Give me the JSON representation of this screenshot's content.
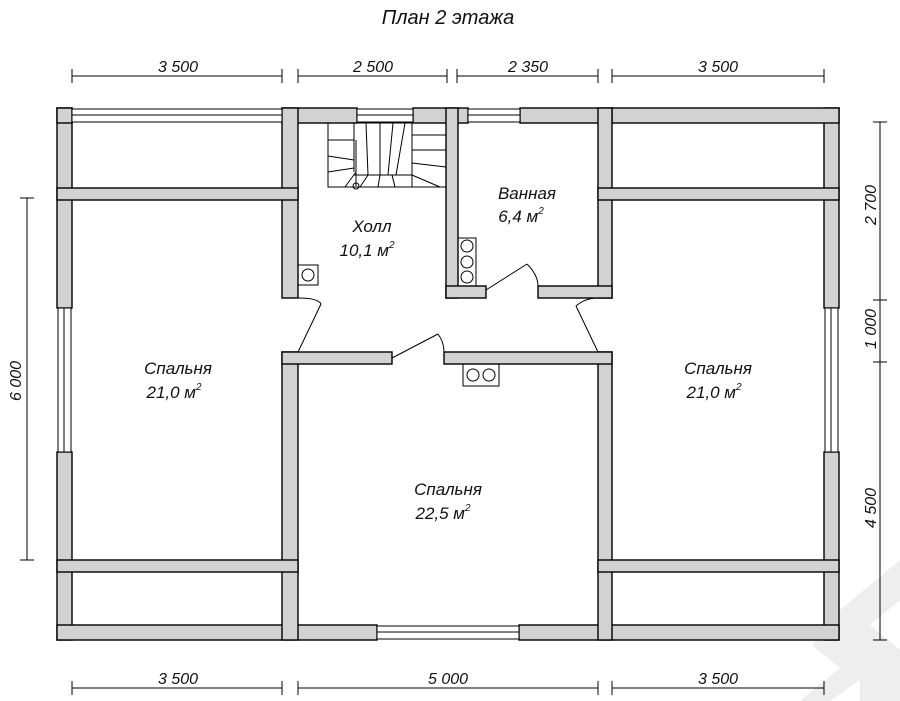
{
  "plan": {
    "title": "План 2 этажа",
    "rooms": {
      "hall": {
        "name": "Холл",
        "area": "10,1 м",
        "sup": "2"
      },
      "bath": {
        "name": "Ванная",
        "area": "6,4 м",
        "sup": "2"
      },
      "bed_left": {
        "name": "Спальня",
        "area": "21,0 м",
        "sup": "2"
      },
      "bed_right": {
        "name": "Спальня",
        "area": "21,0 м",
        "sup": "2"
      },
      "bed_center": {
        "name": "Спальня",
        "area": "22,5 м",
        "sup": "2"
      }
    },
    "dims": {
      "top": [
        "3 500",
        "2 500",
        "2 350",
        "3 500"
      ],
      "bottom": [
        "3 500",
        "5 000",
        "3 500"
      ],
      "left": "6 000",
      "right": [
        "2 700",
        "1 000",
        "4 500"
      ]
    },
    "colors": {
      "wall_fill": "#d2d2d2",
      "line": "#000000",
      "watermark": "#eeeeee"
    },
    "watermark_icon": "house-logo-icon"
  }
}
